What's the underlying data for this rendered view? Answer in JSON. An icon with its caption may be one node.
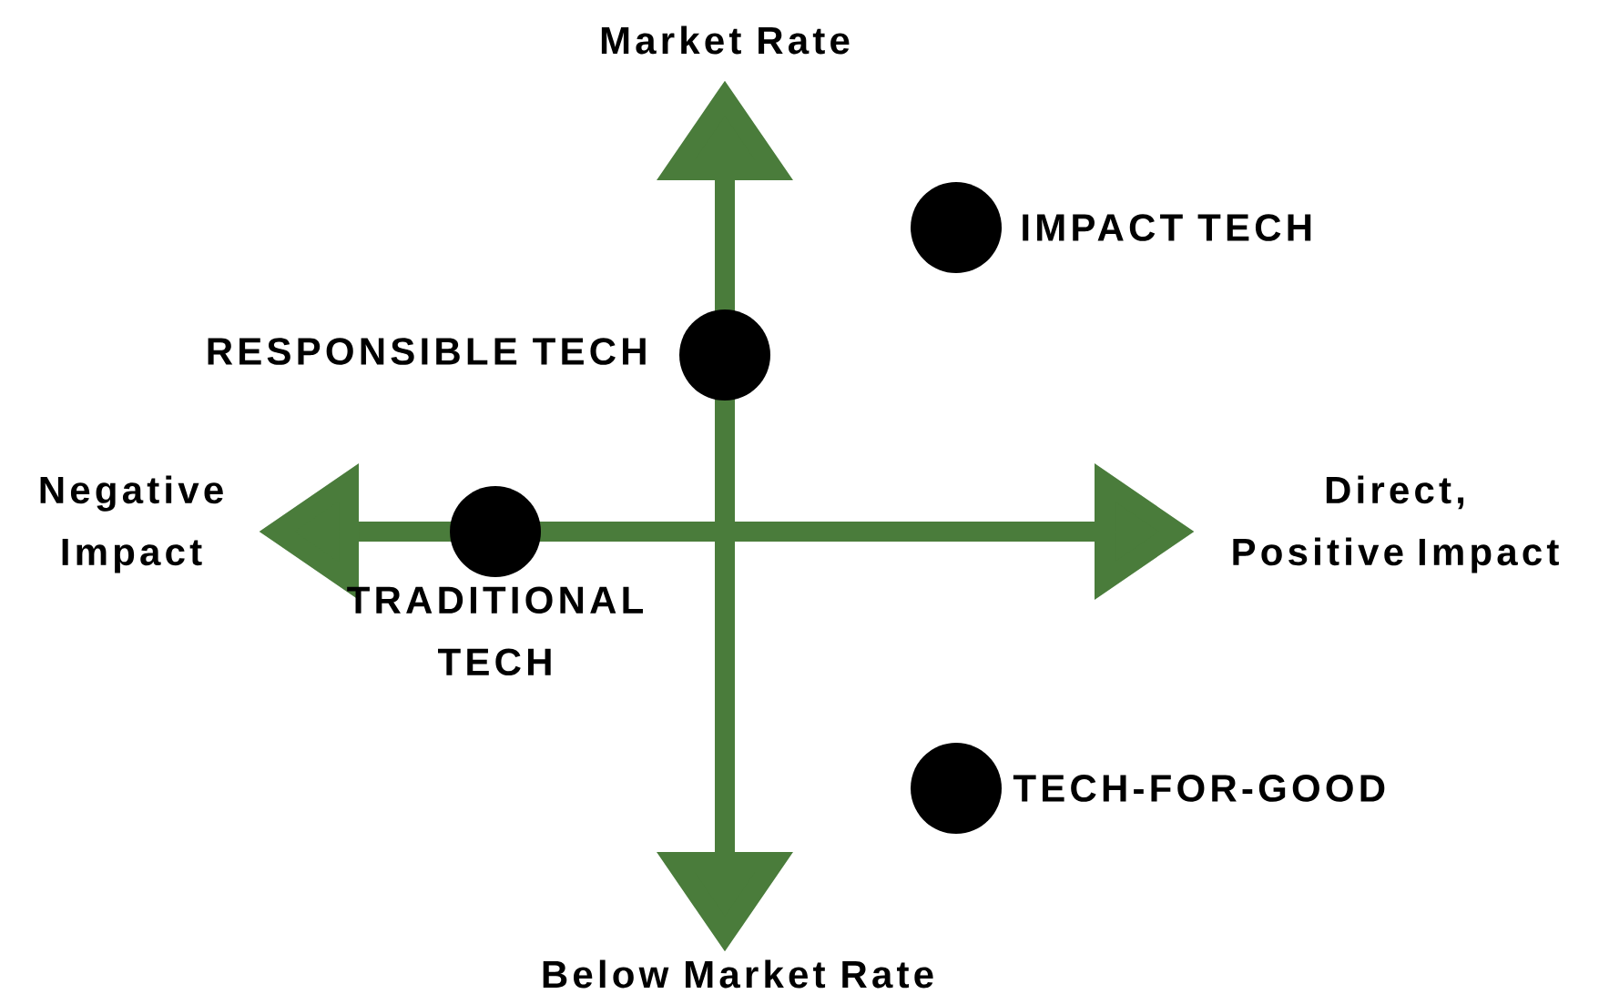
{
  "diagram": {
    "nodes": [
      {
        "text": [],
        "shape": "circle",
        "beside": [
          "IMPACT TECH"
        ]
      },
      {
        "text": [],
        "shape": "circle",
        "beside": [
          "RESPONSIBLE TECH"
        ]
      },
      {
        "text": [],
        "shape": "circle",
        "beside": [
          "TRADITIONAL TECH"
        ]
      },
      {
        "text": [],
        "shape": "circle",
        "beside": [
          "TECH-FOR-GOOD"
        ]
      }
    ],
    "labels": [
      "Market Rate",
      "Negative Impact",
      "Direct, Positive Impact",
      "Below Market Rate"
    ]
  }
}
